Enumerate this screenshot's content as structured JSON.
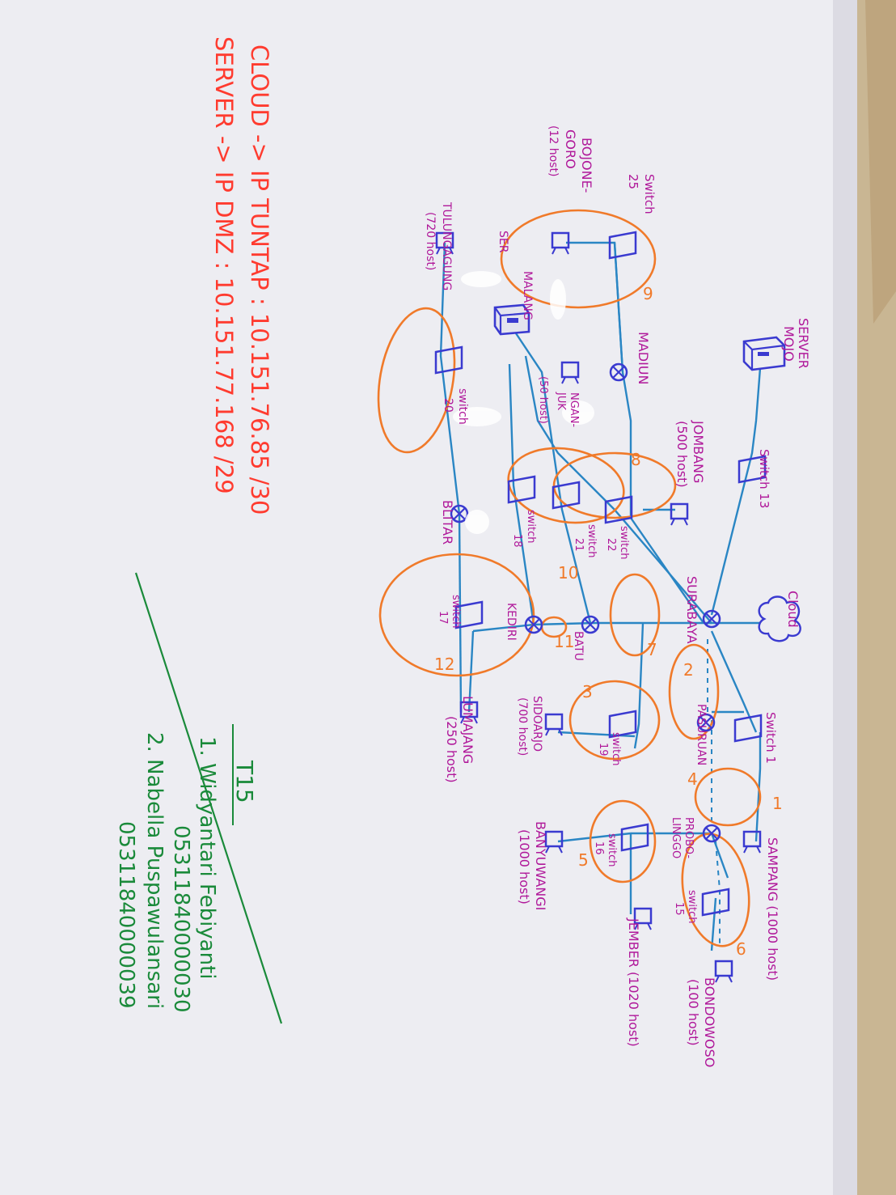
{
  "header": {
    "cloud_ip": "CLOUD -> IP TUNTAP : 10.151.76.85 /30",
    "server_ip": "SERVER -> IP DMZ : 10.151.77.168 /29"
  },
  "team": {
    "code": "T15",
    "member1_name": "1. Widyantari Febiyanti",
    "member1_id": "05311840000030",
    "member2_name": "2. Nabella Puspawulansari",
    "member2_id": "05311840000039"
  },
  "nodes": {
    "cloud": "Cloud",
    "server_line1": "SERVER",
    "server_line2": "MOJO",
    "switch13": "Switch 13",
    "switch1": "Switch 1",
    "surabaya": "SURABAYA",
    "pasuruan": "PASURUAN",
    "probolinggo_line1": "PROBO-",
    "probolinggo_line2": "LINGGO",
    "sampang": "SAMPANG (1000 host)",
    "bondowoso_line1": "BONDOWOSO",
    "bondowoso_line2": "(100 host)",
    "switch15_line1": "switch",
    "switch15_line2": "15",
    "jember": "JEMBER (1020 host)",
    "switch16_line1": "switch",
    "switch16_line2": "16",
    "banyuwangi_line1": "BANYUWANGI",
    "banyuwangi_line2": "(1000 host)",
    "switch19_line1": "switch",
    "switch19_line2": "19",
    "sidoarjo_line1": "SIDOARJO",
    "sidoarjo_line2": "(700 host)",
    "batu": "BATU",
    "kediri": "KEDIRI",
    "switch17_line1": "switch",
    "switch17_line2": "17",
    "lumajang_line1": "LUMAJANG",
    "lumajang_line2": "(250 host)",
    "blitar": "BLITAR",
    "switch18_line1": "switch",
    "switch18_line2": "18",
    "switch20_line1": "switch",
    "switch20_line2": "20",
    "switch21_line1": "switch",
    "switch21_line2": "21",
    "switch22_line1": "switch",
    "switch22_line2": "22",
    "jombang_line1": "JOMBANG",
    "jombang_line2": "(500 host)",
    "madiun": "MADIUN",
    "ngan_line1": "NGAN-",
    "ngan_line2": "JUK",
    "ngan_line3": "(50 host)",
    "malang_line1": "MALANG",
    "malang_line2": "SER",
    "switch25_line1": "Switch",
    "switch25_line2": "25",
    "bojonegoro_line1": "BOJONE-",
    "bojonegoro_line2": "GORO",
    "bojonegoro_line3": "(12 host)",
    "tulungagung_line1": "TULUNGAGUNG",
    "tulungagung_line2": "(720 host)"
  },
  "subnets": [
    "1",
    "2",
    "3",
    "4",
    "5",
    "6",
    "7",
    "8",
    "9",
    "10",
    "11",
    "12"
  ],
  "colors": {
    "paper": "#ededf2",
    "background": "#c9b693",
    "device": "#3a3ad0",
    "link": "#2a86c4",
    "label": "#b0189a",
    "subnet": "#f07a2a",
    "header": "#ff3b2f",
    "team": "#1a8a3a"
  }
}
